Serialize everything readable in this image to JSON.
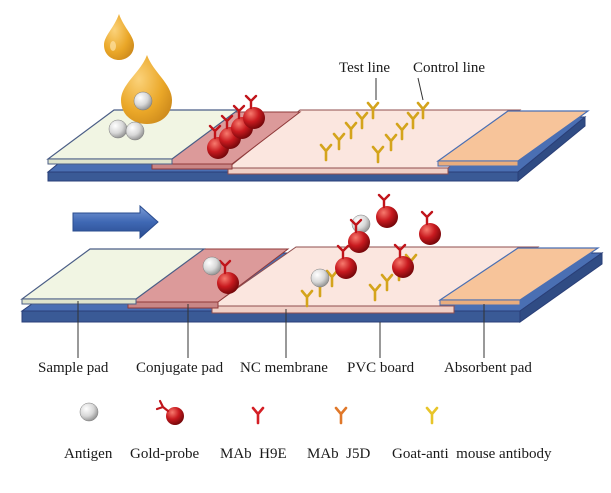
{
  "diagram": {
    "top_labels": {
      "test_line": "Test line",
      "control_line": "Control line"
    },
    "component_labels": [
      "Sample pad",
      "Conjugate pad",
      "NC membrane",
      "PVC board",
      "Absorbent pad"
    ],
    "legend": [
      {
        "icon": "antigen-icon",
        "label": "Antigen"
      },
      {
        "icon": "gold-probe-icon",
        "label": "Gold-probe"
      },
      {
        "icon": "mab-h9e-icon",
        "label": "MAb  H9E"
      },
      {
        "icon": "mab-j5d-icon",
        "label": "MAb  J5D"
      },
      {
        "icon": "goat-anti-mouse-antibody-icon",
        "label": "Goat-anti  mouse antibody"
      }
    ],
    "colors": {
      "pvc_board": "#4a6fb3",
      "sample_pad": "#f1f5e3",
      "conjugate_pad": "#dc9a9a",
      "nc_membrane": "#fbe6df",
      "absorbent_pad": "#f7c49a",
      "sample_drop": "#eaa728",
      "gold_probe": "#c0141a",
      "mab_h9e": "#d41f25",
      "mab_j5d": "#e0782a",
      "goat_anti_mouse": "#e8c52a",
      "flow_arrow": "#3f68b4"
    }
  }
}
